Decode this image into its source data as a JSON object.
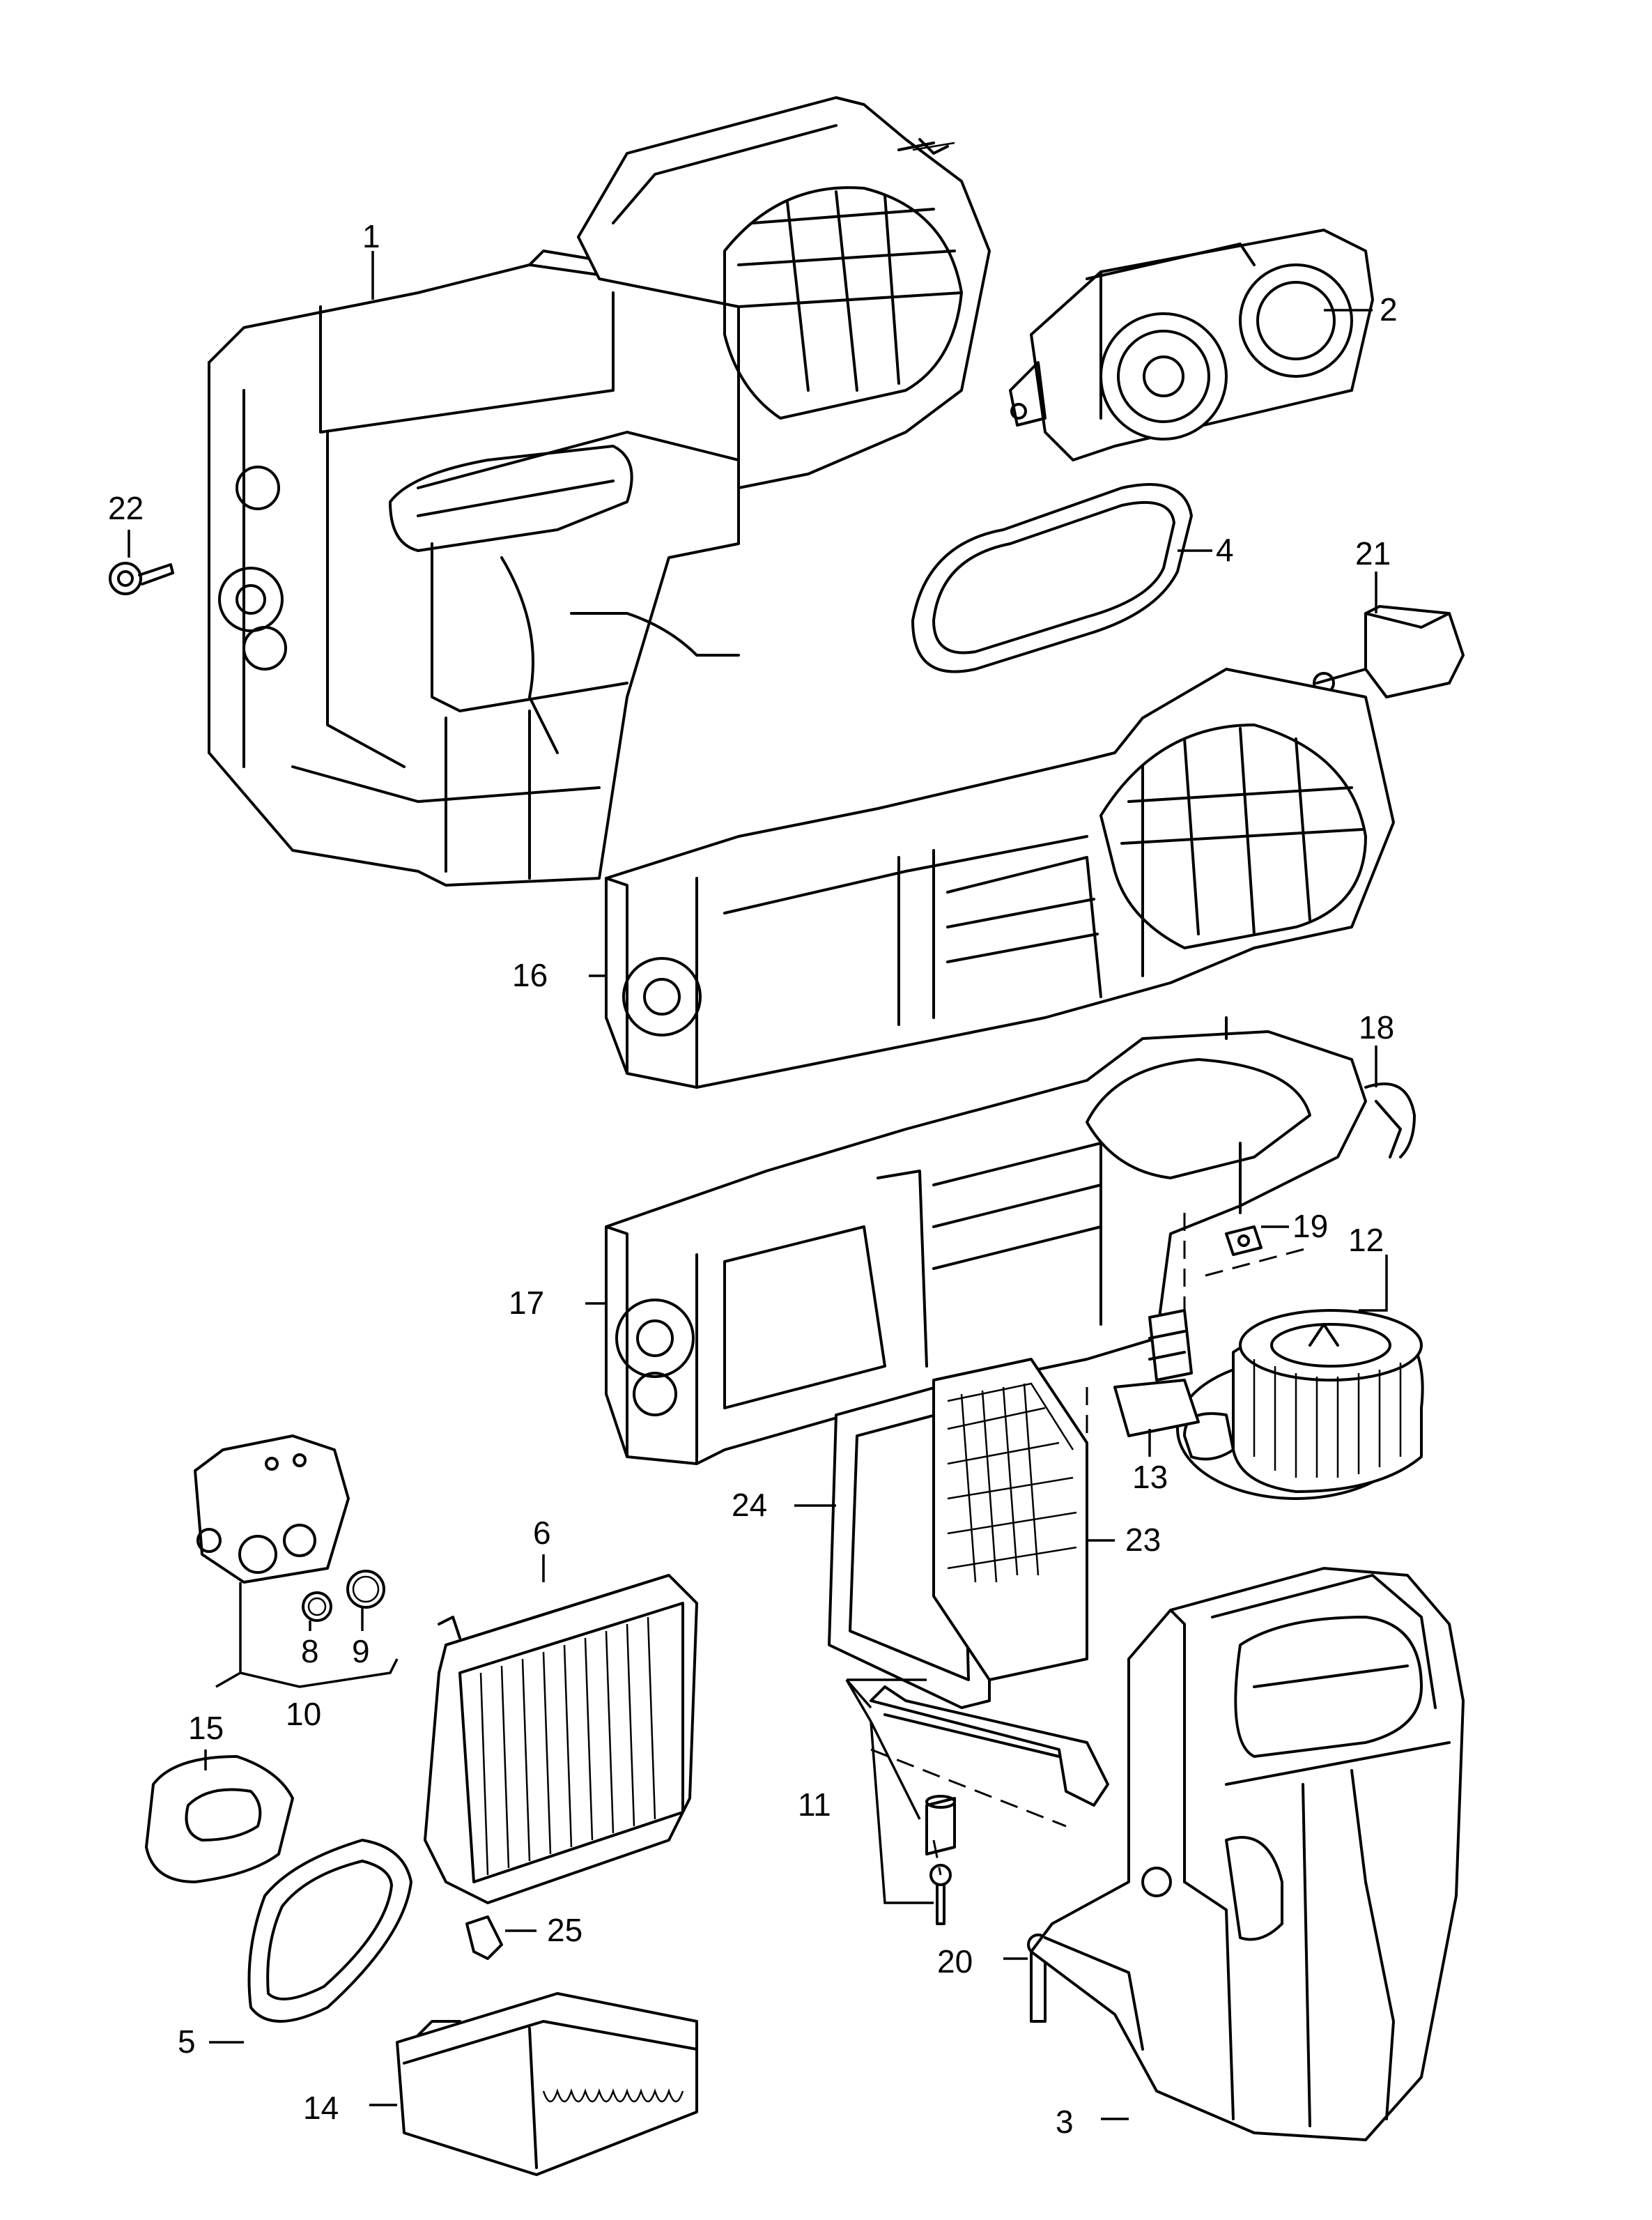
{
  "callouts": [
    {
      "id": "c1",
      "label": "1"
    },
    {
      "id": "c2",
      "label": "2"
    },
    {
      "id": "c3",
      "label": "3"
    },
    {
      "id": "c4",
      "label": "4"
    },
    {
      "id": "c5",
      "label": "5"
    },
    {
      "id": "c6",
      "label": "6"
    },
    {
      "id": "c8",
      "label": "8"
    },
    {
      "id": "c9",
      "label": "9"
    },
    {
      "id": "c10",
      "label": "10"
    },
    {
      "id": "c11",
      "label": "11"
    },
    {
      "id": "c12",
      "label": "12"
    },
    {
      "id": "c13",
      "label": "13"
    },
    {
      "id": "c14",
      "label": "14"
    },
    {
      "id": "c15",
      "label": "15"
    },
    {
      "id": "c16",
      "label": "16"
    },
    {
      "id": "c17",
      "label": "17"
    },
    {
      "id": "c18",
      "label": "18"
    },
    {
      "id": "c19",
      "label": "19"
    },
    {
      "id": "c20",
      "label": "20"
    },
    {
      "id": "c21",
      "label": "21"
    },
    {
      "id": "c22",
      "label": "22"
    },
    {
      "id": "c23",
      "label": "23"
    },
    {
      "id": "c24",
      "label": "24"
    },
    {
      "id": "c25",
      "label": "25"
    }
  ]
}
